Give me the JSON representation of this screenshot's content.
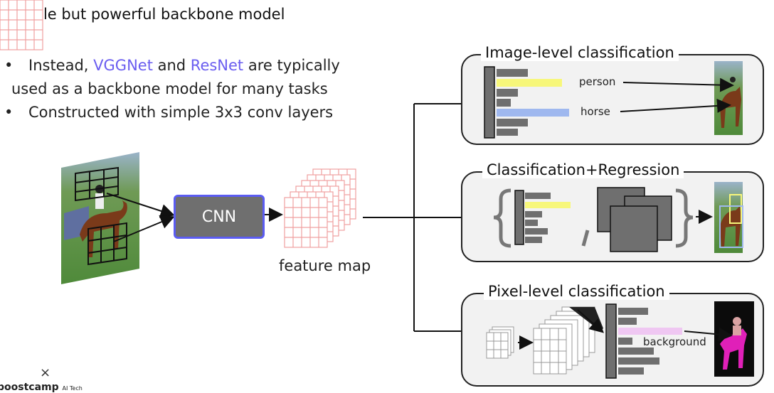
{
  "title": "Simple but powerful backbone model",
  "bullets": {
    "b1_pre": "Instead, ",
    "b1_vgg": "VGGNet",
    "b1_mid": " and ",
    "b1_res": "ResNet",
    "b1_post": " are typically",
    "b1_line2": "used as a backbone model for many tasks",
    "b2": "Constructed with simple 3x3 conv layers"
  },
  "cnn_label": "CNN",
  "feature_map_label": "feature map",
  "panels": {
    "image_level": {
      "title": "Image-level classification",
      "label_person": "person",
      "label_horse": "horse"
    },
    "cls_reg": {
      "title": "Classification+Regression"
    },
    "pixel_level": {
      "title": "Pixel-level classification",
      "label_background": "background"
    }
  },
  "colors": {
    "accent": "#6a5df0",
    "cnn_border": "#5b5cf2",
    "bar_yellow": "#f7f77a",
    "bar_blue": "#9fb8ef",
    "bar_pink": "#efc7f2",
    "bar_gray": "#6f6f6f"
  },
  "logo": {
    "mark": "×",
    "name": "boostcamp",
    "sub": "AI Tech"
  }
}
